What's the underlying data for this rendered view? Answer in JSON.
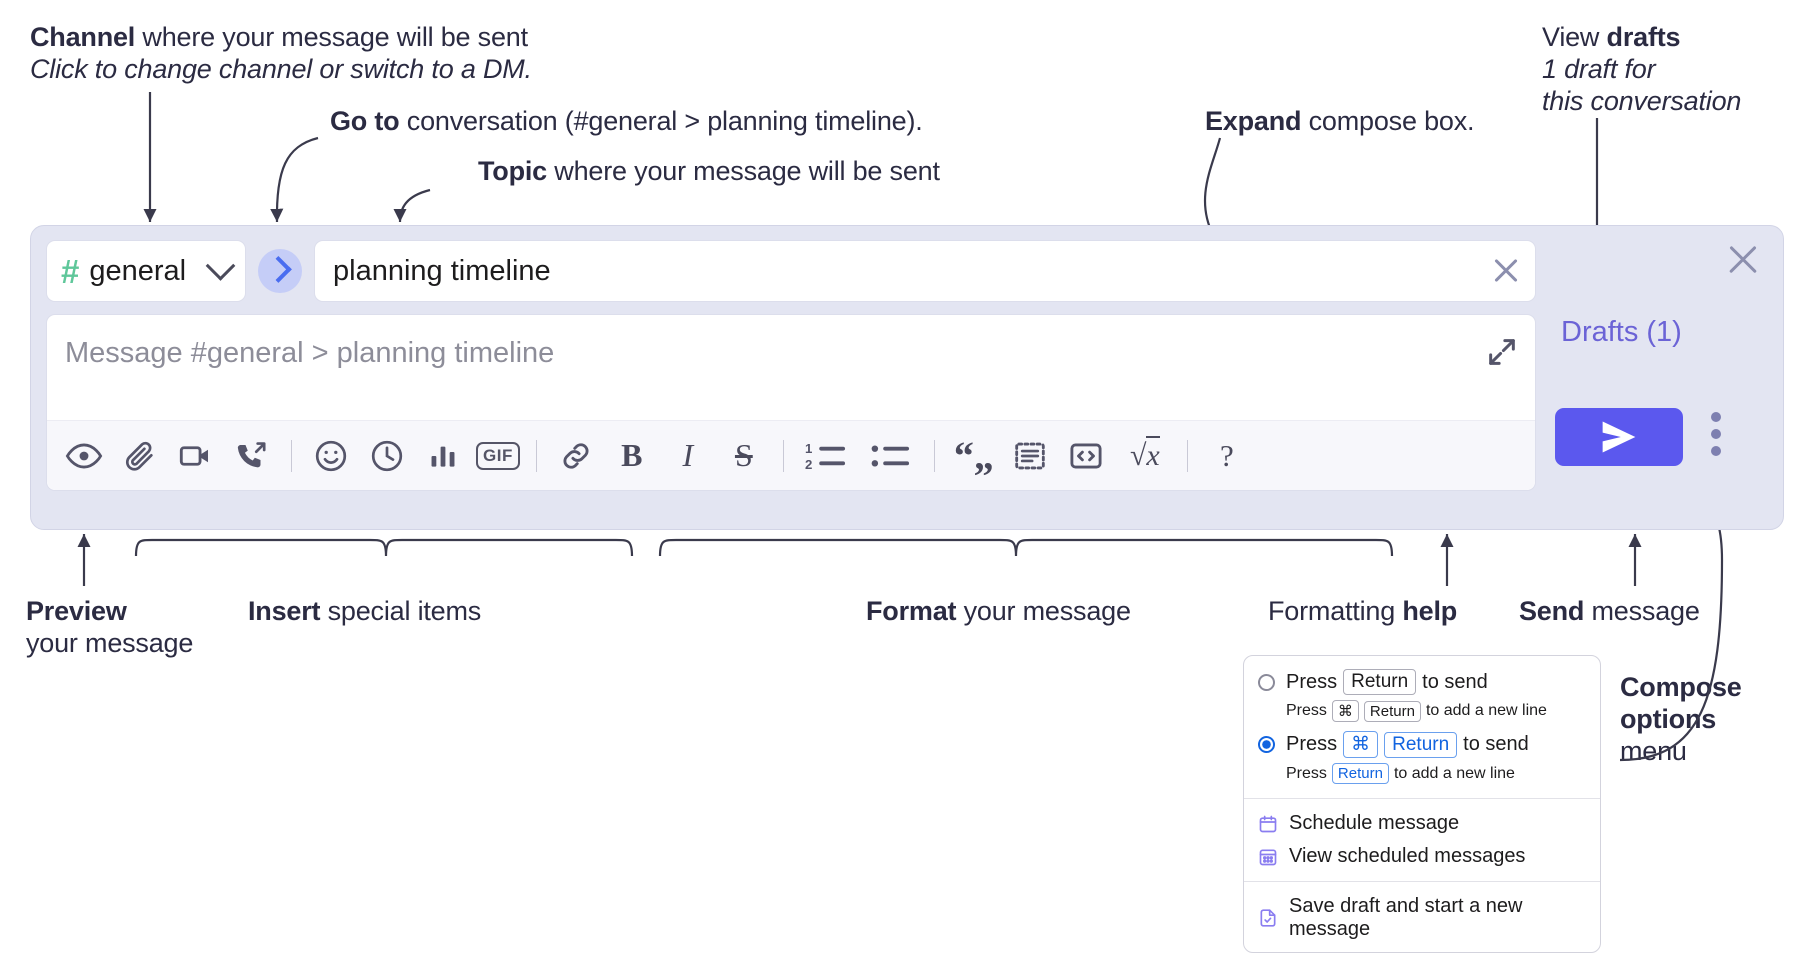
{
  "annotations": {
    "channel": {
      "bold": "Channel",
      "rest": " where your message will be sent",
      "italic": "Click to change channel or switch to a DM."
    },
    "goto": {
      "bold": "Go to",
      "rest": " conversation (#general > planning timeline)."
    },
    "topic": {
      "bold": "Topic",
      "rest": " where your message will be sent"
    },
    "expand": {
      "bold": "Expand",
      "rest": " compose box."
    },
    "drafts": {
      "line1a": "View ",
      "line1b": "drafts",
      "line2": "1 draft for",
      "line3": "this conversation"
    },
    "preview": {
      "bold": "Preview",
      "rest": "your message"
    },
    "insert": {
      "bold": "Insert",
      "rest": " special items"
    },
    "format": {
      "bold": "Format",
      "rest": " your message"
    },
    "help": {
      "rest": "Formatting ",
      "bold": "help"
    },
    "send": {
      "bold": "Send",
      "rest": " message"
    },
    "compose_options": {
      "bold1": "Compose",
      "bold2": "options",
      "rest": "menu"
    }
  },
  "compose": {
    "channel_name": "general",
    "channel_icon": "hash-icon",
    "goto_icon": "chevron-right-icon",
    "topic_value": "planning timeline",
    "topic_clear_icon": "close-icon",
    "message_placeholder": "Message #general > planning timeline",
    "expand_icon": "expand-diagonal-icon",
    "drafts_label": "Drafts (1)",
    "close_icon": "close-icon",
    "send_icon": "send-paperplane-icon",
    "kebab_icon": "more-vertical-icon",
    "toolbar": [
      {
        "name": "preview-icon",
        "label": "Preview"
      },
      {
        "name": "attachment-icon",
        "label": "Attach file"
      },
      {
        "name": "video-icon",
        "label": "Video clip"
      },
      {
        "name": "audio-call-icon",
        "label": "Audio clip"
      },
      {
        "name": "divider",
        "label": ""
      },
      {
        "name": "emoji-icon",
        "label": "Emoji"
      },
      {
        "name": "clock-icon",
        "label": "Reminder"
      },
      {
        "name": "poll-icon",
        "label": "Poll"
      },
      {
        "name": "gif-icon",
        "label": "GIF"
      },
      {
        "name": "divider",
        "label": ""
      },
      {
        "name": "link-icon",
        "label": "Link"
      },
      {
        "name": "bold-icon",
        "label": "B"
      },
      {
        "name": "italic-icon",
        "label": "I"
      },
      {
        "name": "strikethrough-icon",
        "label": "S"
      },
      {
        "name": "divider",
        "label": ""
      },
      {
        "name": "ordered-list-icon",
        "label": "Ordered list"
      },
      {
        "name": "bulleted-list-icon",
        "label": "Bulleted list"
      },
      {
        "name": "divider",
        "label": ""
      },
      {
        "name": "blockquote-icon",
        "label": "Blockquote"
      },
      {
        "name": "code-block-icon",
        "label": "Code block"
      },
      {
        "name": "code-icon",
        "label": "Code"
      },
      {
        "name": "math-icon",
        "label": "√x"
      },
      {
        "name": "divider",
        "label": ""
      },
      {
        "name": "help-icon",
        "label": "?"
      }
    ]
  },
  "options_menu": {
    "option1": {
      "selected": false,
      "press": "Press",
      "key": "Return",
      "tail": "to send",
      "sub_press": "Press",
      "sub_key1": "⌘",
      "sub_key2": "Return",
      "sub_tail": "to add a new line"
    },
    "option2": {
      "selected": true,
      "press": "Press",
      "key1": "⌘",
      "key2": "Return",
      "tail": "to send",
      "sub_press": "Press",
      "sub_key": "Return",
      "sub_tail": "to add a new line"
    },
    "items": [
      {
        "icon": "calendar-icon",
        "label": "Schedule message"
      },
      {
        "icon": "calendar-grid-icon",
        "label": "View scheduled messages"
      },
      {
        "icon": "save-draft-icon",
        "label": "Save draft and start a new message"
      }
    ]
  },
  "colors": {
    "panel_bg": "#e3e5f2",
    "accent_purple": "#5b58ee",
    "drafts_purple": "#6b63d6",
    "hash_green": "#5fc79a",
    "goto_blue": "#4a6df0",
    "radio_blue": "#1264e0",
    "menu_icon_purple": "#8a7df0"
  }
}
